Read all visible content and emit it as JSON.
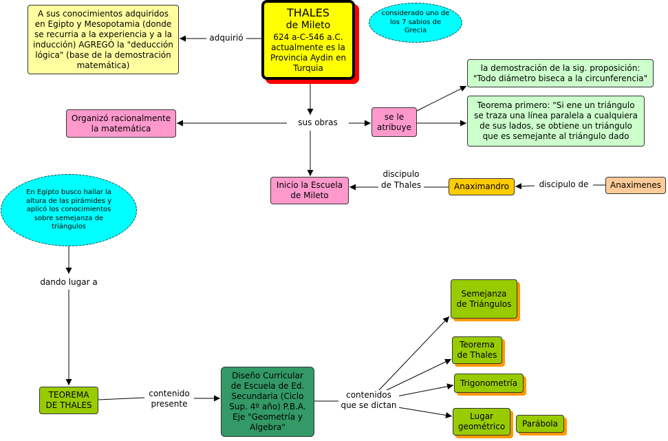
{
  "nodes": {
    "thales": [
      "THALES",
      "de Mileto",
      "624 a-C-546 a.C.",
      "actualmente es la",
      "Provincia Aydin en",
      "Turquia"
    ],
    "sabios": "considerado uno de los 7 sabios de Grecia",
    "conocimientos": "A sus conocimientos adquiridos en  Egipto y Mesopotamia (donde se recurria a la experiencia y a la inducción) AGREGÓ la \"deducción lógica\" (base de la demostración matemática)",
    "organizo": "Organizó racionalmente la matemática",
    "se_le_atribuye": "se le atribuye",
    "demostracion": "la demostración de la sig. proposición: \"Todo diámetro biseca a la circunferencia\"",
    "teorema_primero": "Teorema primero: \"Si ene un triángulo se traza una línea paralela a cualquiera de sus lados, se obtiene un triángulo que es semejante al triángulo dado",
    "escuela": "Inicio la Escuela de Mileto",
    "anaximandro": "Anaximandro",
    "anaximenes": "Anaximenes",
    "egipto": "En Egipto busco hallar la altura de las pirámides y aplicó los conocimientos sobre semejanza de triángulos",
    "teorema_thales": "TEOREMA DE THALES",
    "diseno": "Diseño Curricular de Escuela de Ed. Secundaria (Ciclo Sup. 4º año) P.B.A. Eje \"Geometría y Algebra\"",
    "semejanza": "Semejanza de Triángulos",
    "teorema_thales2": "Teorema de Thales",
    "trigonometria": "Trigonometría",
    "lugar": "Lugar geométrico",
    "parabola": "Parábola"
  },
  "links": {
    "adquirio": "adquirió",
    "sus_obras": "sus obras",
    "discipulo_thales": "discipulo de Thales",
    "discipulo_de": "discipulo de",
    "dando_lugar": "dando lugar a",
    "contenido_presente": "contenido presente",
    "contenidos": "contenidos que se dictan"
  },
  "colors": {
    "main": "#ffff00",
    "note": "#ffffa0",
    "pink": "#ff99cc",
    "light_green": "#ccffcc",
    "orange": "#ffcc00",
    "peach": "#ffcc99",
    "olive": "#99cc00",
    "dark_green": "#339966",
    "cyan": "#00ffff"
  }
}
